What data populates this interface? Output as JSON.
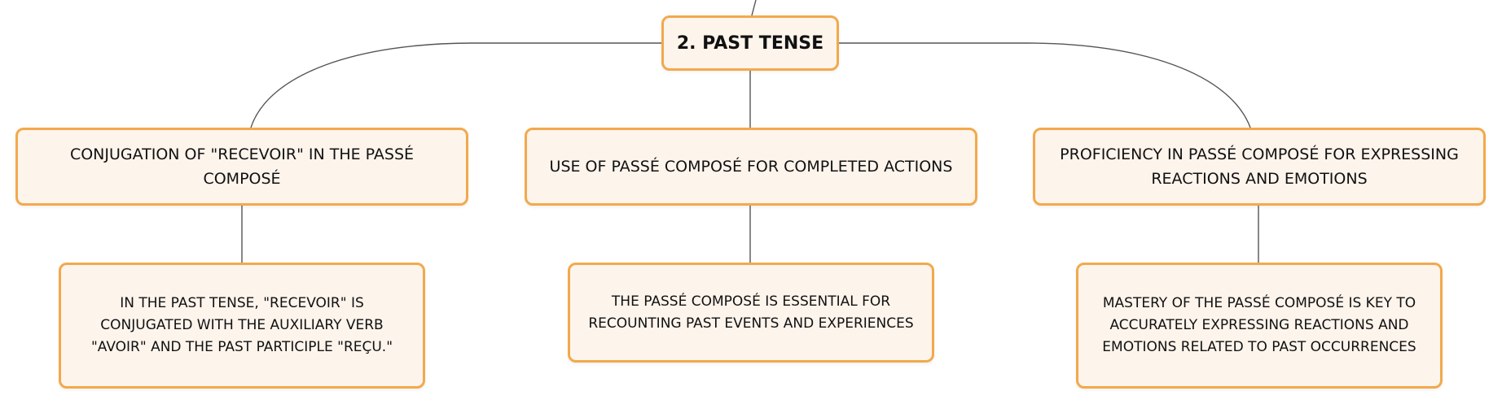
{
  "diagram": {
    "root": {
      "label": "2. PAST TENSE"
    },
    "branches": [
      {
        "label": "CONJUGATION OF \"RECEVOIR\" IN THE PASSÉ COMPOSÉ",
        "detail": "IN THE PAST TENSE, \"RECEVOIR\" IS CONJUGATED WITH THE AUXILIARY VERB \"AVOIR\" AND THE PAST PARTICIPLE \"REÇU.\""
      },
      {
        "label": "USE OF PASSÉ COMPOSÉ FOR COMPLETED ACTIONS",
        "detail": "THE PASSÉ COMPOSÉ IS ESSENTIAL FOR RECOUNTING PAST EVENTS AND EXPERIENCES"
      },
      {
        "label": "PROFICIENCY IN PASSÉ COMPOSÉ FOR EXPRESSING REACTIONS AND EMOTIONS",
        "detail": "MASTERY OF THE PASSÉ COMPOSÉ IS KEY TO ACCURATELY EXPRESSING REACTIONS AND EMOTIONS RELATED TO PAST OCCURRENCES"
      }
    ]
  },
  "colors": {
    "node_border": "#f2a94c",
    "node_fill": "#fdf4ec",
    "connector": "#555555",
    "text": "#111111"
  }
}
